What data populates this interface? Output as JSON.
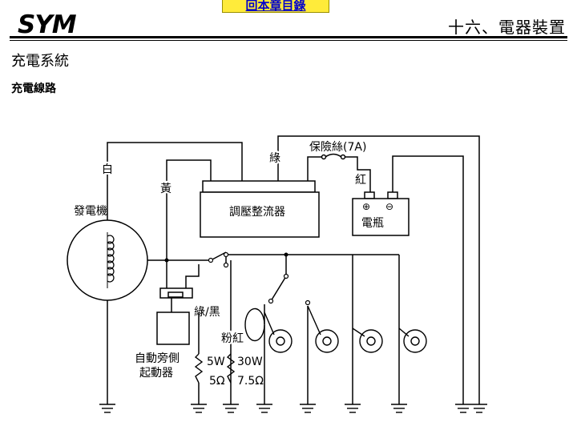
{
  "header": {
    "logo_text": "SYM",
    "chapter_button": "回本章目錄",
    "chapter_title": "十六、電器裝置"
  },
  "section": {
    "title": "充電系統",
    "subtitle": "充電線路"
  },
  "diagram": {
    "generator": "發電機",
    "wire_white": "白",
    "wire_yellow": "黃",
    "wire_green": "綠",
    "fuse": "保險絲(7A)",
    "wire_red": "紅",
    "regulator": "調壓整流器",
    "battery": "電瓶",
    "battery_plus": "⊕",
    "battery_minus": "⊖",
    "wire_green_black": "綠/黑",
    "wire_pink_red": "粉紅",
    "auto_choke_line1": "自動旁側",
    "auto_choke_line2": "起動器",
    "res1_watt": "5W",
    "res1_ohm": "5Ω",
    "res2_watt": "30W",
    "res2_ohm": "7.5Ω"
  }
}
